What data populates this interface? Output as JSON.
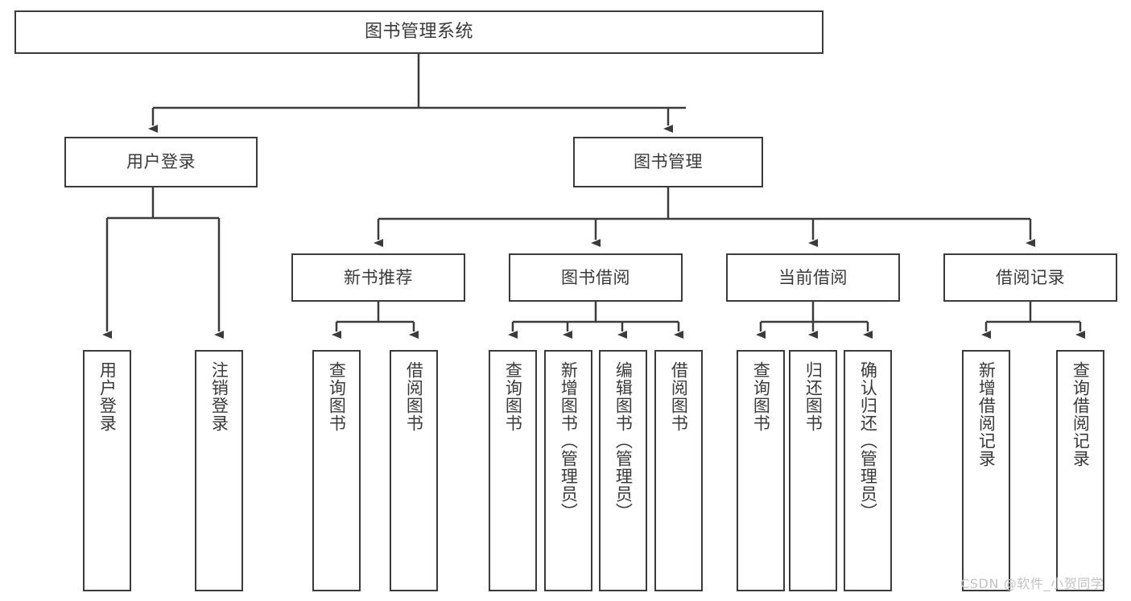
{
  "diagram": {
    "title": "图书管理系统",
    "type": "tree",
    "watermark": "CSDN @软件_小贺同学",
    "colors": {
      "stroke": "#3b3b3b",
      "fill": "#ffffff",
      "text": "#3a3a3a",
      "watermark": "#c2c2c2"
    },
    "nodes": {
      "root": {
        "label": "图书管理系统",
        "orientation": "horizontal"
      },
      "level2": [
        {
          "label": "用户登录",
          "orientation": "horizontal"
        },
        {
          "label": "图书管理",
          "orientation": "horizontal"
        }
      ],
      "level3": [
        {
          "label": "新书推荐",
          "orientation": "horizontal"
        },
        {
          "label": "图书借阅",
          "orientation": "horizontal"
        },
        {
          "label": "当前借阅",
          "orientation": "horizontal"
        },
        {
          "label": "借阅记录",
          "orientation": "horizontal"
        }
      ],
      "leaves": {
        "user_login": [
          {
            "label": "用户登录",
            "orientation": "vertical"
          },
          {
            "label": "注销登录",
            "orientation": "vertical"
          }
        ],
        "new_book_recommend": [
          {
            "label": "查询图书",
            "orientation": "vertical"
          },
          {
            "label": "借阅图书",
            "orientation": "vertical"
          }
        ],
        "book_borrow": [
          {
            "label": "查询图书",
            "orientation": "vertical"
          },
          {
            "label": "新增图书（管理员）",
            "orientation": "vertical"
          },
          {
            "label": "编辑图书（管理员）",
            "orientation": "vertical"
          },
          {
            "label": "借阅图书",
            "orientation": "vertical"
          }
        ],
        "current_borrow": [
          {
            "label": "查询图书",
            "orientation": "vertical"
          },
          {
            "label": "归还图书",
            "orientation": "vertical"
          },
          {
            "label": "确认归还（管理员）",
            "orientation": "vertical"
          }
        ],
        "borrow_record": [
          {
            "label": "新增借阅记录",
            "orientation": "vertical"
          },
          {
            "label": "查询借阅记录",
            "orientation": "vertical"
          }
        ]
      }
    }
  }
}
